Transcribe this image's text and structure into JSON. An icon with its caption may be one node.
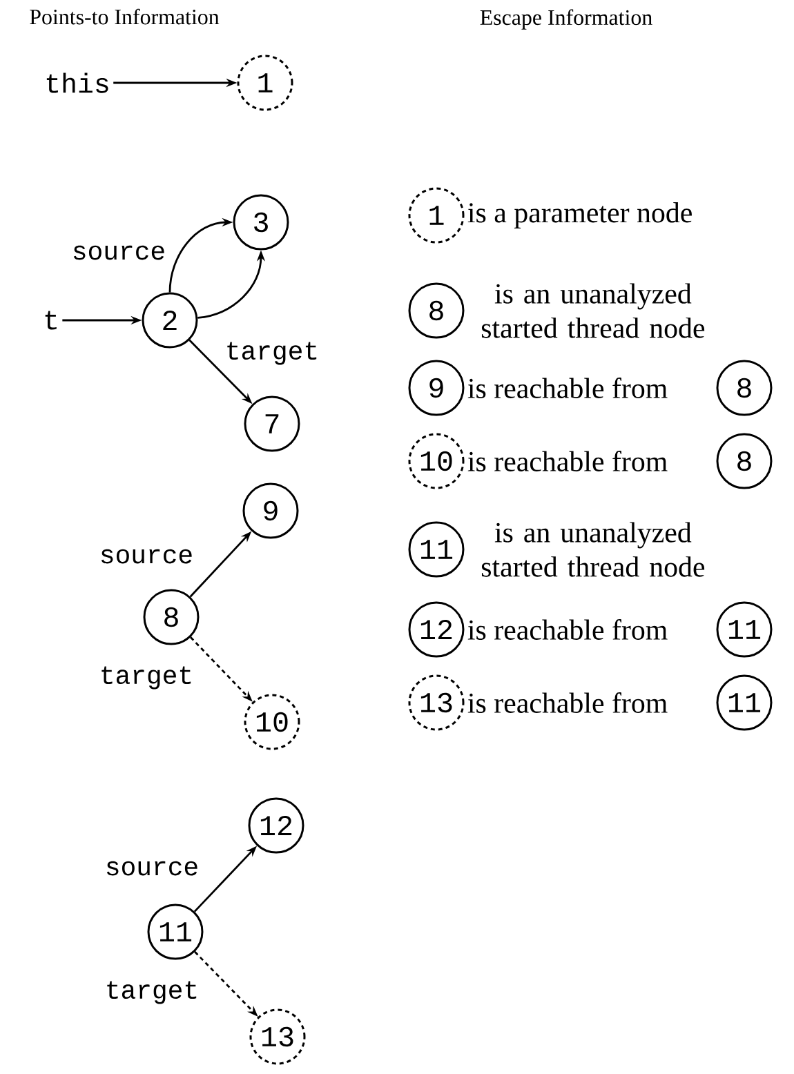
{
  "diagram": {
    "nodes": [
      {
        "text": [
          "this"
        ]
      },
      {
        "text": [
          "1"
        ]
      },
      {
        "text": [
          "t"
        ]
      },
      {
        "text": [
          "2"
        ]
      },
      {
        "text": [
          "3"
        ]
      },
      {
        "text": [
          "7"
        ]
      },
      {
        "text": [
          "8"
        ]
      },
      {
        "text": [
          "9"
        ]
      },
      {
        "text": [
          "10"
        ]
      },
      {
        "text": [
          "11"
        ]
      },
      {
        "text": [
          "12"
        ]
      },
      {
        "text": [
          "13"
        ]
      },
      {
        "text": [
          "1"
        ],
        "beside": [
          "is a parameter node"
        ]
      },
      {
        "text": [
          "8"
        ],
        "beside": [
          "is an unanalyzed started thread node"
        ]
      },
      {
        "text": [
          "9"
        ],
        "beside": [
          "is reachable from"
        ]
      },
      {
        "text": [
          "8"
        ]
      },
      {
        "text": [
          "10"
        ],
        "beside": [
          "is reachable from"
        ]
      },
      {
        "text": [
          "8"
        ]
      },
      {
        "text": [
          "11"
        ],
        "beside": [
          "is an unanalyzed started thread node"
        ]
      },
      {
        "text": [
          "12"
        ],
        "beside": [
          "is reachable from"
        ]
      },
      {
        "text": [
          "11"
        ]
      },
      {
        "text": [
          "13"
        ],
        "beside": [
          "is reachable from"
        ]
      },
      {
        "text": [
          "11"
        ]
      }
    ],
    "edges": [
      {
        "from": 0,
        "to": 1,
        "arrow": "to"
      },
      {
        "from": 2,
        "to": 3,
        "arrow": "to"
      },
      {
        "from": 3,
        "to": 4,
        "arrow": "to",
        "label": "source"
      },
      {
        "from": 3,
        "to": 4,
        "arrow": "to"
      },
      {
        "from": 3,
        "to": 5,
        "arrow": "to",
        "label": "target"
      },
      {
        "from": 6,
        "to": 7,
        "arrow": "to",
        "label": "source"
      },
      {
        "from": 6,
        "to": 8,
        "arrow": "to",
        "label": "target",
        "style": "dashed"
      },
      {
        "from": 9,
        "to": 10,
        "arrow": "to",
        "label": "source"
      },
      {
        "from": 9,
        "to": 11,
        "arrow": "to",
        "label": "target",
        "style": "dashed"
      }
    ],
    "labels": [
      "Points-to Information",
      "Escape Information"
    ]
  }
}
